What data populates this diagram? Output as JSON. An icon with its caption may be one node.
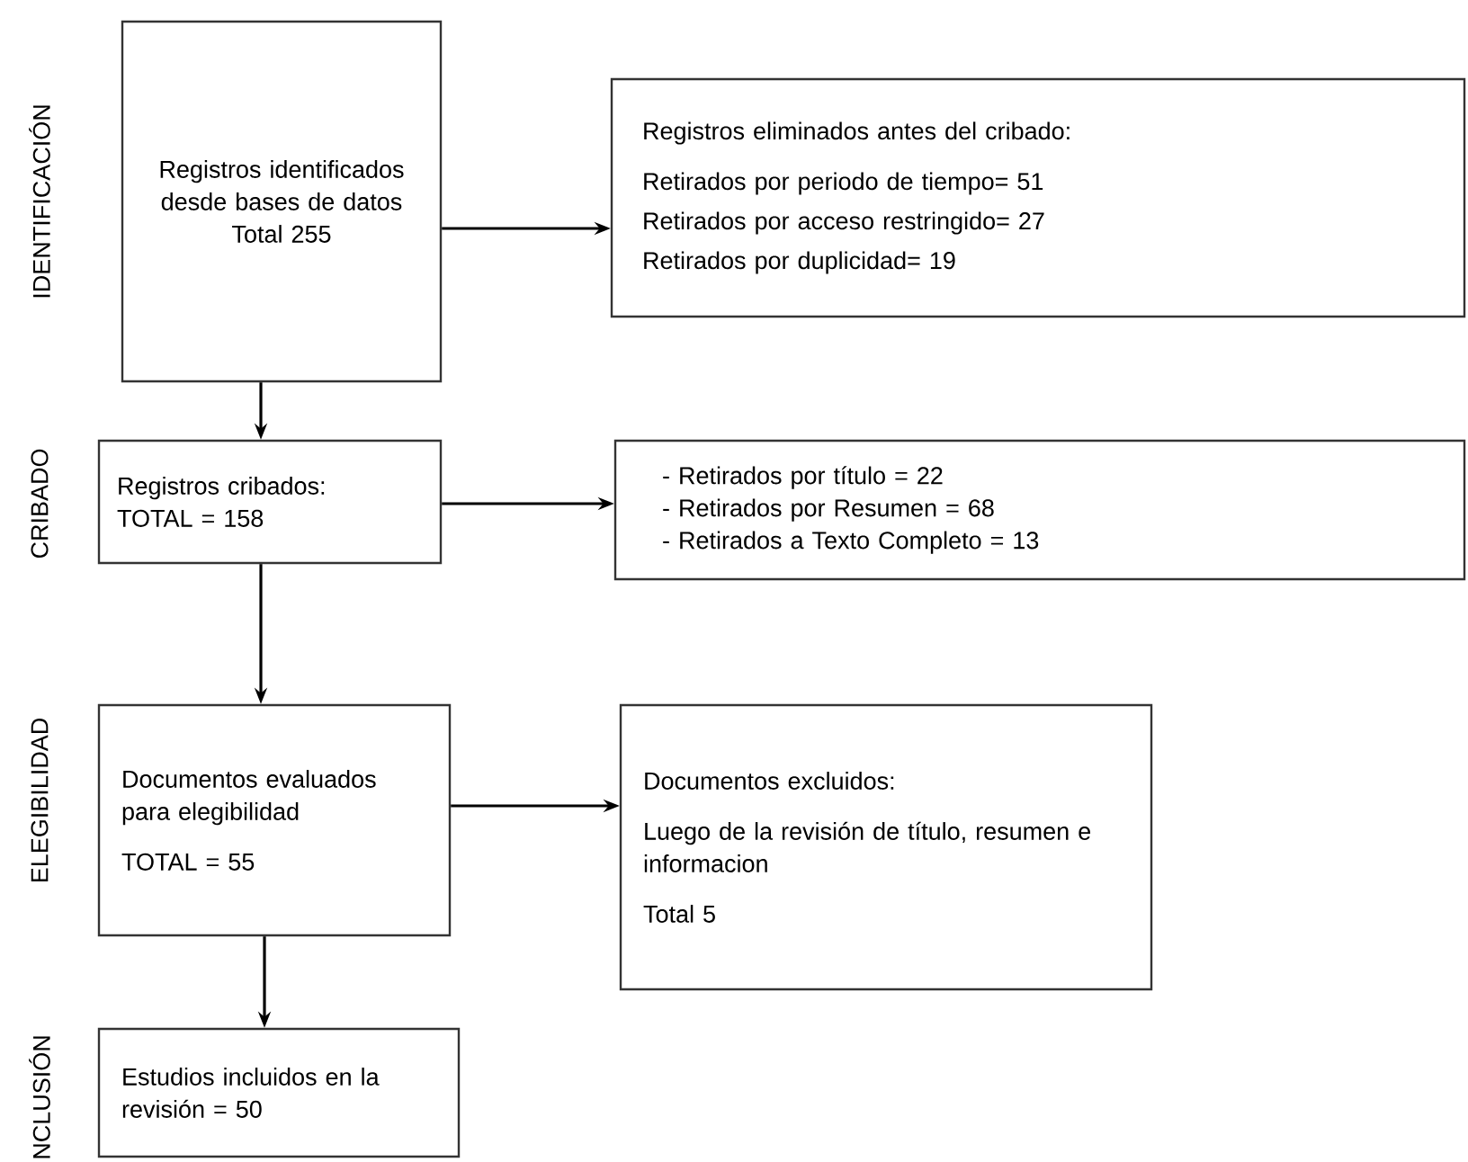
{
  "diagram": {
    "nodes": [
      {
        "text": [
          "Registros identificados desde bases de datos",
          "Total 255"
        ]
      },
      {
        "text": [
          "Registros eliminados antes del cribado:",
          "Retirados por periodo de tiempo= 51",
          "Retirados por acceso restringido= 27",
          "Retirados por duplicidad= 19"
        ]
      },
      {
        "text": [
          "Registros cribados:",
          "TOTAL = 158"
        ]
      },
      {
        "text": [
          "- Retirados por título = 22",
          "- Retirados por Resumen = 68",
          "- Retirados a Texto Completo = 13"
        ]
      },
      {
        "text": [
          "Documentos evaluados para elegibilidad",
          "TOTAL = 55"
        ]
      },
      {
        "text": [
          "Documentos excluidos:",
          "Luego de la revisión de título, resumen e informacion",
          "Total 5"
        ]
      },
      {
        "text": [
          "Estudios incluidos en la revisión = 50"
        ]
      }
    ],
    "edges": [
      {
        "from": 0,
        "to": 1,
        "arrow": "to"
      },
      {
        "from": 0,
        "to": 2,
        "arrow": "to"
      },
      {
        "from": 2,
        "to": 3,
        "arrow": "to"
      },
      {
        "from": 2,
        "to": 4,
        "arrow": "to"
      },
      {
        "from": 4,
        "to": 5,
        "arrow": "to"
      },
      {
        "from": 4,
        "to": 6,
        "arrow": "to"
      }
    ],
    "labels": [
      "IDENTIFICACIÓN",
      "CRIBADO",
      "ELEGIBILIDAD",
      "NCLUSIÓN"
    ]
  }
}
